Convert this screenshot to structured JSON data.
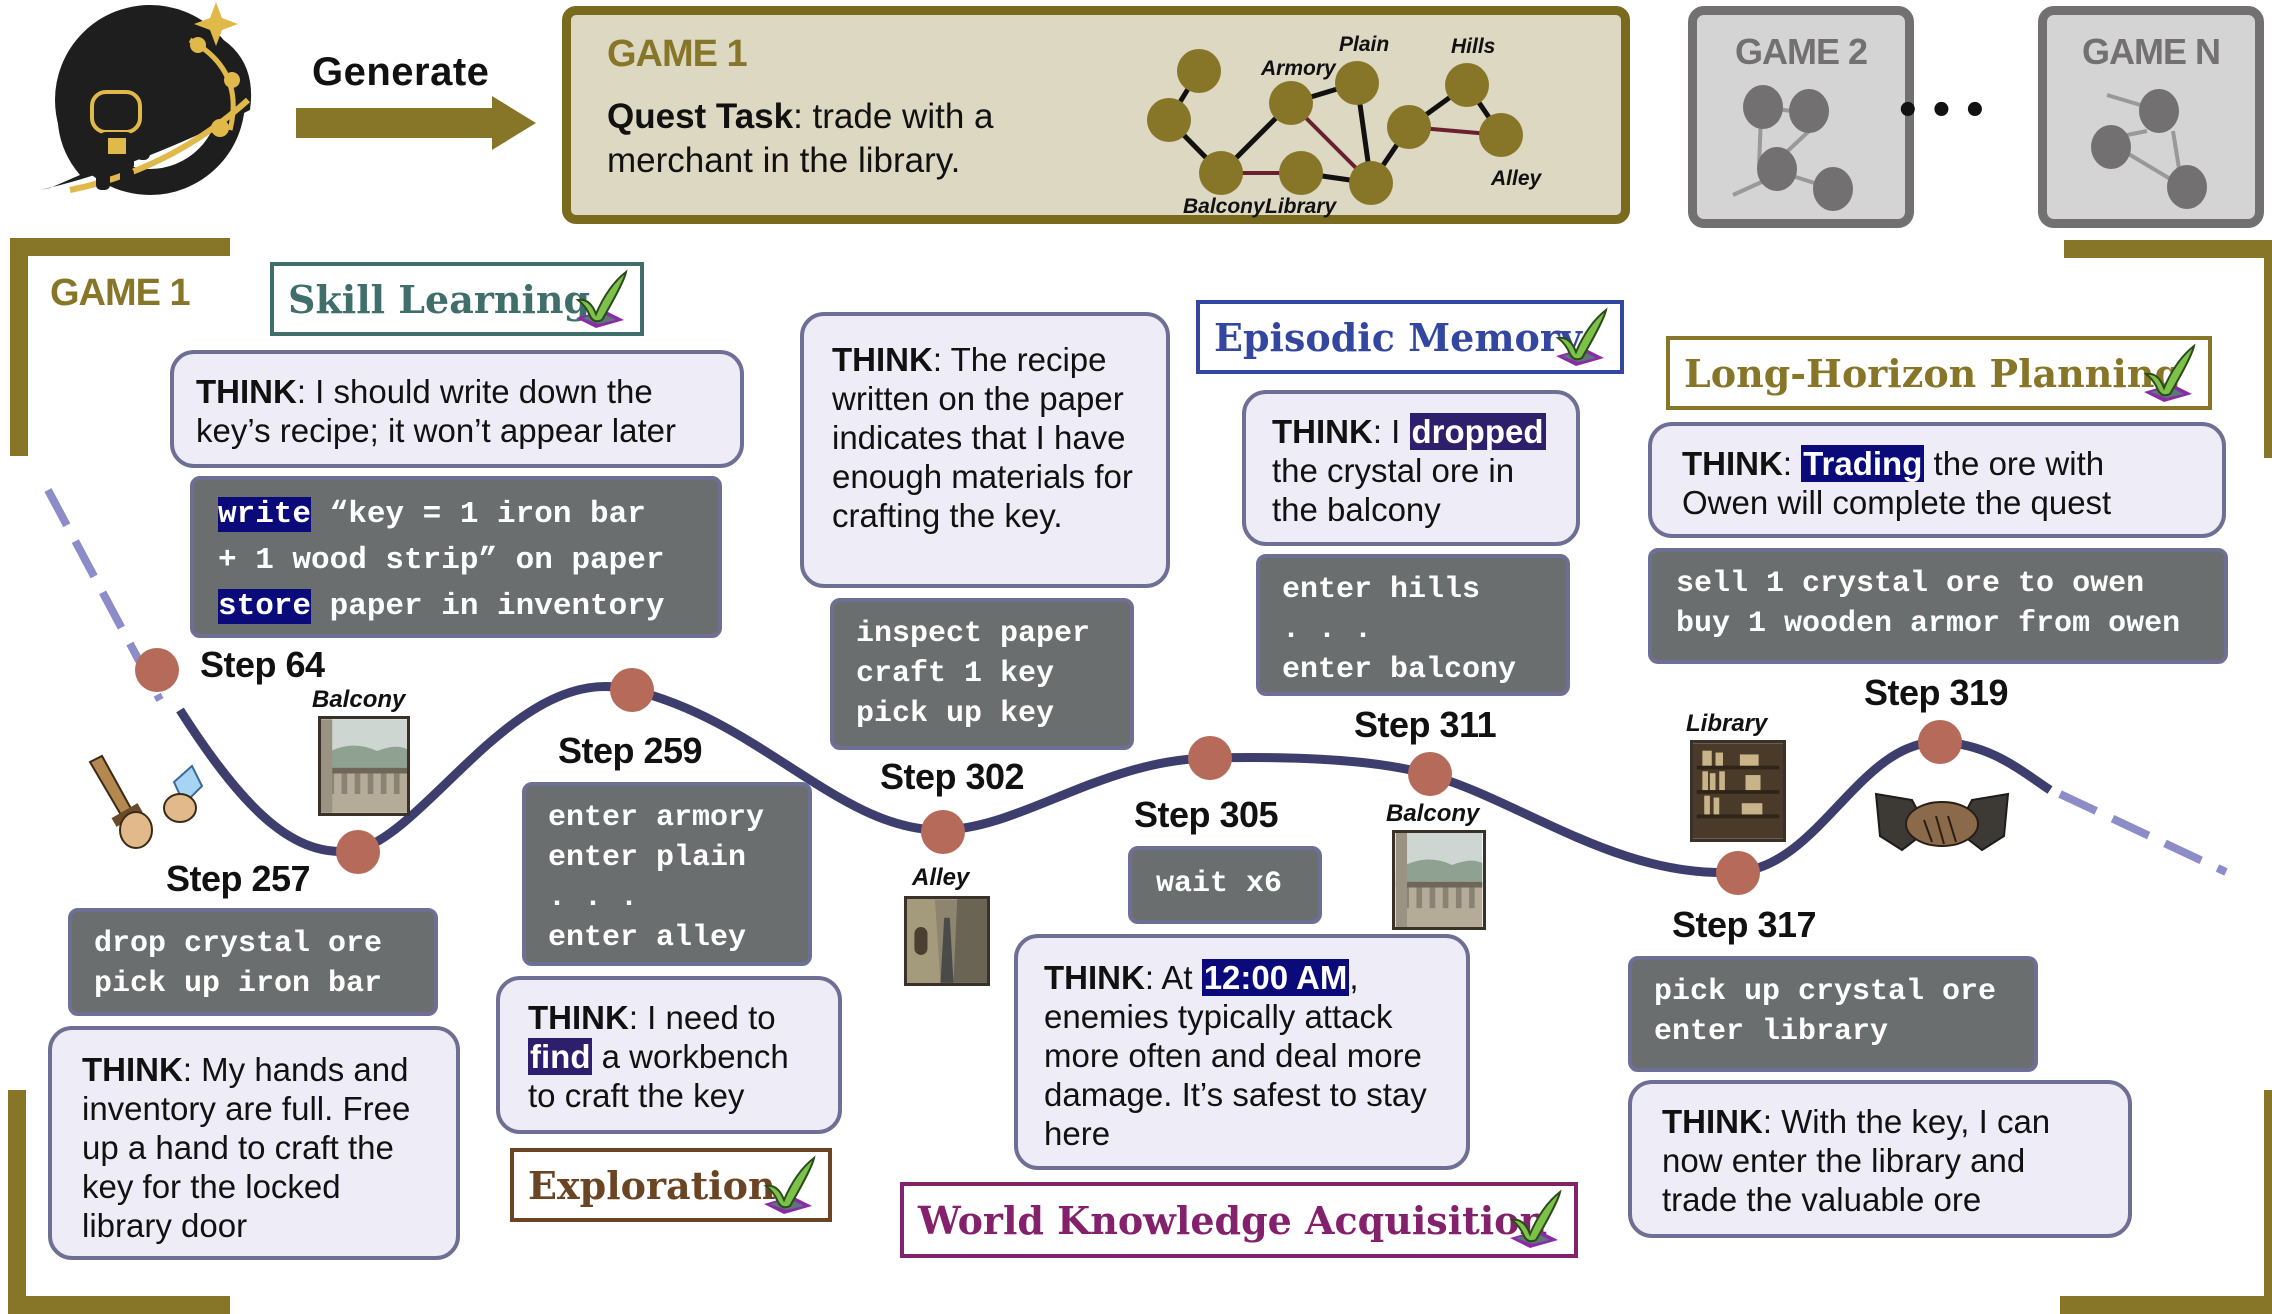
{
  "header": {
    "generate_label": "Generate",
    "logo_icon": "astronaut-logo-icon",
    "arrow_icon": "right-arrow-icon"
  },
  "game_cards": {
    "game1": {
      "title": "GAME 1",
      "quest_label": "Quest Task",
      "quest_text": ": trade with a merchant in the library.",
      "graph_labels": {
        "armory": "Armory",
        "plain": "Plain",
        "hills": "Hills",
        "alley": "Alley",
        "balcony": "Balcony",
        "library": "Library"
      }
    },
    "game2": {
      "title": "GAME 2"
    },
    "ellipsis": "•••",
    "gamen": {
      "title": "GAME N"
    }
  },
  "section": {
    "title": "GAME 1"
  },
  "colors": {
    "gold": "#877627",
    "curve": "#3e3e6e",
    "curve_dashed": "#8c8cc8",
    "marker": "#b56a5a",
    "think_bg": "#eeedf7",
    "think_border": "#6d7094",
    "cmd_bg": "#6b6e6e",
    "highlight_navy": "#0a0a7a",
    "highlight_purple": "#2d1f6b"
  },
  "tags": {
    "skill_learning": "Skill Learning",
    "episodic_memory": "Episodic Memory",
    "long_horizon_planning": "Long-Horizon Planning",
    "exploration": "Exploration",
    "world_knowledge": "World Knowledge Acquisition"
  },
  "think_prefix": "THINK",
  "steps": {
    "s64": {
      "label": "Step 64",
      "think": [
        ": I should write down the key’s recipe; it won’t appear later"
      ],
      "cmd": {
        "l1_hl": "write",
        "l1_rest": " “key = 1 iron bar",
        "l2": "+ 1 wood strip” on paper",
        "l3_hl": "store",
        "l3_rest": " paper in inventory"
      }
    },
    "s257": {
      "label": "Step 257",
      "cmd": [
        "drop crystal ore",
        "pick up iron bar"
      ],
      "think": ": My hands and inventory are full. Free up a hand to craft the key for the locked library door"
    },
    "s259": {
      "label": "Step 259",
      "cmd": [
        "enter armory",
        "enter plain",
        ". . .",
        "enter alley"
      ],
      "think_pre": ": I need to ",
      "think_hl": "find",
      "think_post": " a workbench to craft the key"
    },
    "s302": {
      "label": "Step 302",
      "think": ": The recipe written on the paper indicates that I have enough materials for crafting the key.",
      "cmd": [
        "inspect paper",
        "craft 1 key",
        "pick up key"
      ],
      "location": "Alley"
    },
    "s305": {
      "label": "Step 305",
      "cmd": [
        "wait x6"
      ],
      "think_pre": ": At ",
      "think_hl": "12:00 AM",
      "think_post": ", enemies typically attack more often and deal more damage. It’s safest to stay here"
    },
    "s311": {
      "label": "Step 311",
      "think_pre": ": I ",
      "think_hl": "dropped",
      "think_post": " the crystal ore in the balcony",
      "cmd": [
        "enter hills",
        ". . .",
        "enter balcony"
      ],
      "location": "Balcony"
    },
    "s317": {
      "label": "Step 317",
      "cmd": [
        "pick up crystal ore",
        "enter library"
      ],
      "think": ": With the key, I can now enter the library and trade the valuable ore",
      "location": "Library"
    },
    "s319": {
      "label": "Step 319",
      "think_pre": ": ",
      "think_hl": "Trading",
      "think_post": " the ore with Owen will complete the quest",
      "cmd": [
        "sell 1 crystal ore to owen",
        "buy 1 wooden armor from owen"
      ]
    }
  },
  "locations": {
    "balcony_1": "Balcony",
    "alley": "Alley",
    "balcony_2": "Balcony",
    "library": "Library"
  }
}
